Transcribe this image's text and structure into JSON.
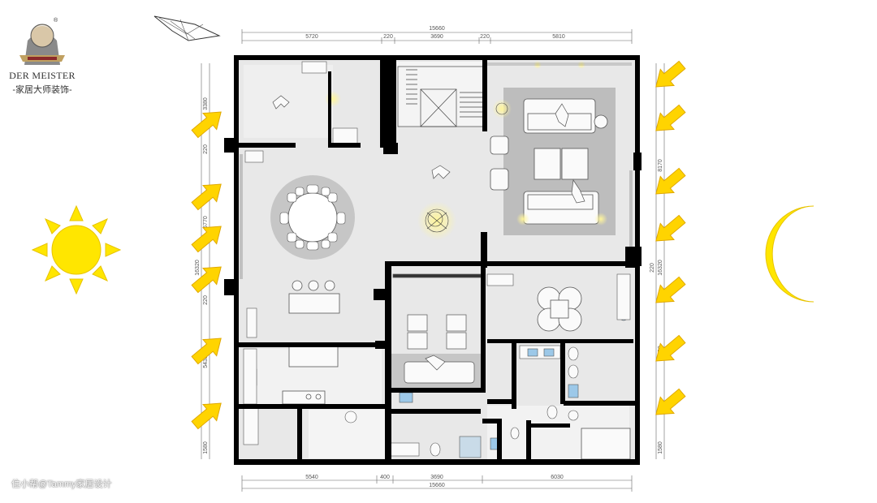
{
  "brand": {
    "name": "DER MEISTER",
    "subtitle": "-家居大师装饰-",
    "registered": "®"
  },
  "watermark": "住小帮@Tammy家居设计",
  "dimensions": {
    "top_total": "15660",
    "top_segments": [
      "5720",
      "220",
      "3690",
      "220",
      "5810"
    ],
    "bottom_total": "15660",
    "bottom_segments": [
      "5540",
      "400",
      "3690",
      "6030"
    ],
    "left_total": "16320",
    "left_segments": [
      "3380",
      "220",
      "5770",
      "220",
      "5430",
      "1580"
    ],
    "right_total": "16320",
    "right_segments": [
      "8170",
      "220",
      "6350",
      "1580"
    ]
  },
  "symbols": {
    "sun": "sun-icon",
    "moon": "crescent-moon-icon",
    "light_arrow": "sunlight-arrow-icon"
  },
  "colors": {
    "wall": "#000000",
    "floor": "#e6e6e6",
    "rug": "#bdbdbd",
    "sun": "#ffe600",
    "arrow": "#ffd400",
    "light_glow": "#fff7a8",
    "water": "#9cc8e8"
  }
}
